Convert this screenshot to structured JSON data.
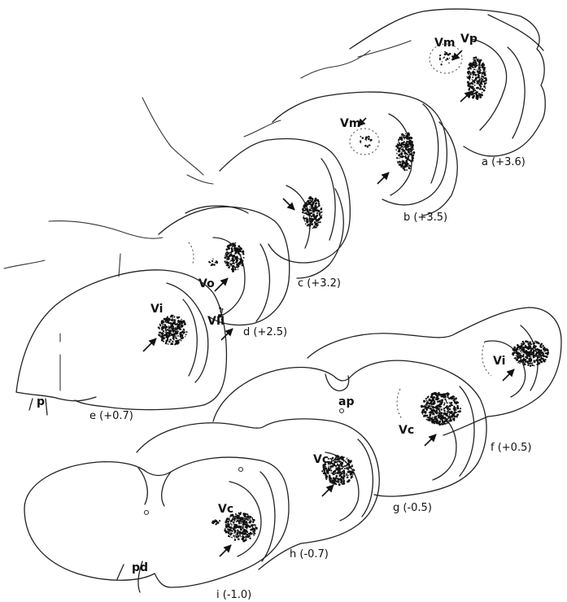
{
  "sections": [
    {
      "id": "a",
      "label": "a (+3.6)"
    },
    {
      "id": "b",
      "label": "b (+3.5)"
    },
    {
      "id": "c",
      "label": "c (+3.2)"
    },
    {
      "id": "d",
      "label": "d (+2.5)"
    },
    {
      "id": "e",
      "label": "e (+0.7)"
    },
    {
      "id": "f",
      "label": "f (+0.5)"
    },
    {
      "id": "g",
      "label": "g (-0.5)"
    },
    {
      "id": "h",
      "label": "h (-0.7)"
    },
    {
      "id": "i",
      "label": "i (-1.0)"
    }
  ],
  "regions": {
    "vm": "Vm",
    "vp": "Vp",
    "vo": "Vo",
    "vi": "Vi",
    "vii": "VII",
    "vc": "Vc",
    "p": "p",
    "ap": "ap",
    "pd": "pd"
  },
  "colors": {
    "ink": "#111111",
    "background": "#ffffff"
  }
}
